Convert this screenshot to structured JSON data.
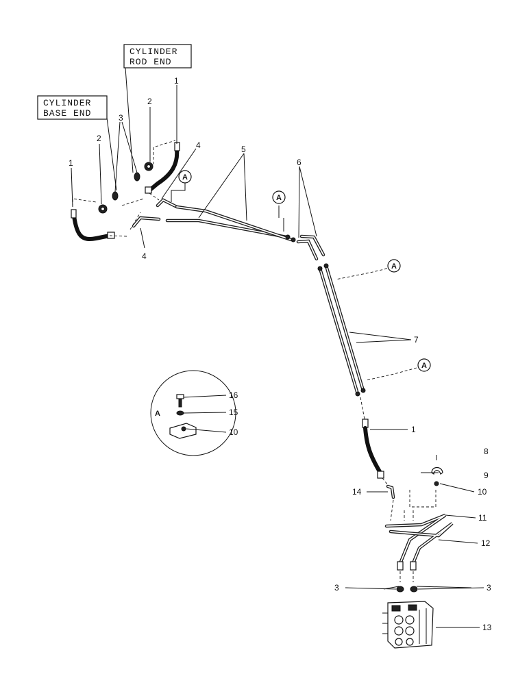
{
  "callouts": {
    "rod_end_line1": "CYLINDER",
    "rod_end_line2": "ROD END",
    "base_end_line1": "CYLINDER",
    "base_end_line2": "BASE END"
  },
  "detail_letter": "A",
  "labels": {
    "p1a": "1",
    "p1b": "1",
    "p1c": "1",
    "p2a": "2",
    "p2b": "2",
    "p3a": "3",
    "p3b": "3",
    "p3c": "3",
    "p4a": "4",
    "p4b": "4",
    "p5": "5",
    "p6": "6",
    "p7": "7",
    "p8": "8",
    "p9": "9",
    "p10a": "10",
    "p10b": "10",
    "p11": "11",
    "p12": "12",
    "p13": "13",
    "p14": "14",
    "p15": "15",
    "p16": "16"
  },
  "view_markers": [
    "A",
    "A",
    "A",
    "A"
  ]
}
